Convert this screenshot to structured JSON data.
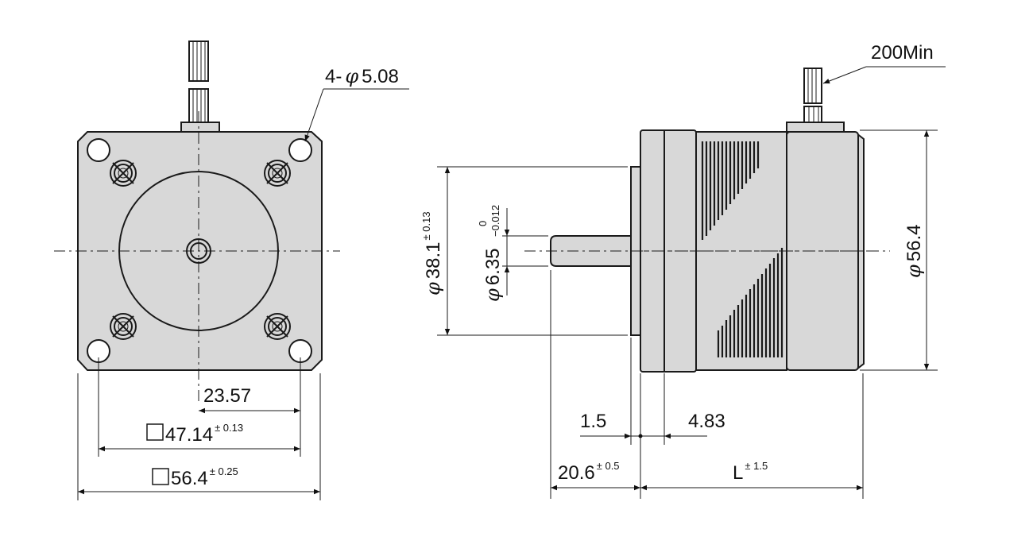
{
  "front_view": {
    "hole_callout": {
      "prefix": "4-",
      "symbol": "φ",
      "value": "5.08"
    },
    "dim_half_pitch": "23.57",
    "dim_hole_pitch": {
      "value": "47.14",
      "tolerance": "± 0.13"
    },
    "dim_flange": {
      "value": "56.4",
      "tolerance": "± 0.25"
    }
  },
  "side_view": {
    "lead_length": "200Min",
    "dim_shaft_diameter": {
      "symbol": "φ",
      "value": "6.35",
      "upper_tol": "0",
      "lower_tol": "−0.012"
    },
    "dim_pilot_diameter": {
      "symbol": "φ",
      "value": "38.1",
      "tolerance": "± 0.13"
    },
    "dim_body_diameter": {
      "symbol": "φ",
      "value": "56.4"
    },
    "dim_pilot_depth": "1.5",
    "dim_flange_thickness": "4.83",
    "dim_shaft_length": {
      "value": "20.6",
      "tolerance": "± 0.5"
    },
    "dim_body_length": {
      "value": "L",
      "tolerance": "± 1.5"
    }
  }
}
